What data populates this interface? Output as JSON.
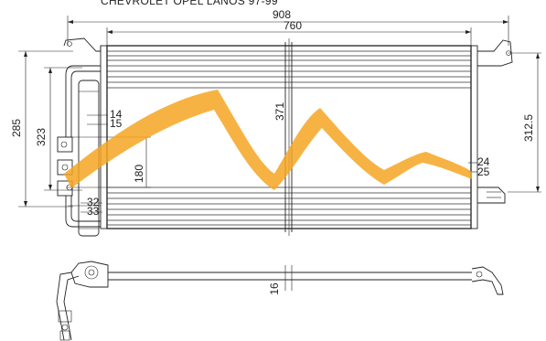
{
  "title": "CHEVROLET OPEL LANOS 97-99",
  "watermark_color": "#f5a623",
  "dimensions": {
    "overall_width": "908",
    "core_width": "760",
    "left_height": "285",
    "left_inner_height": "323",
    "center_height": "371",
    "bracket_height": "180",
    "right_height": "312.5",
    "pipe_upper_a": "14",
    "pipe_upper_b": "15",
    "pipe_lower_a": "32",
    "pipe_lower_b": "33",
    "right_pipe_a": "24",
    "right_pipe_b": "25",
    "thickness": "16"
  }
}
